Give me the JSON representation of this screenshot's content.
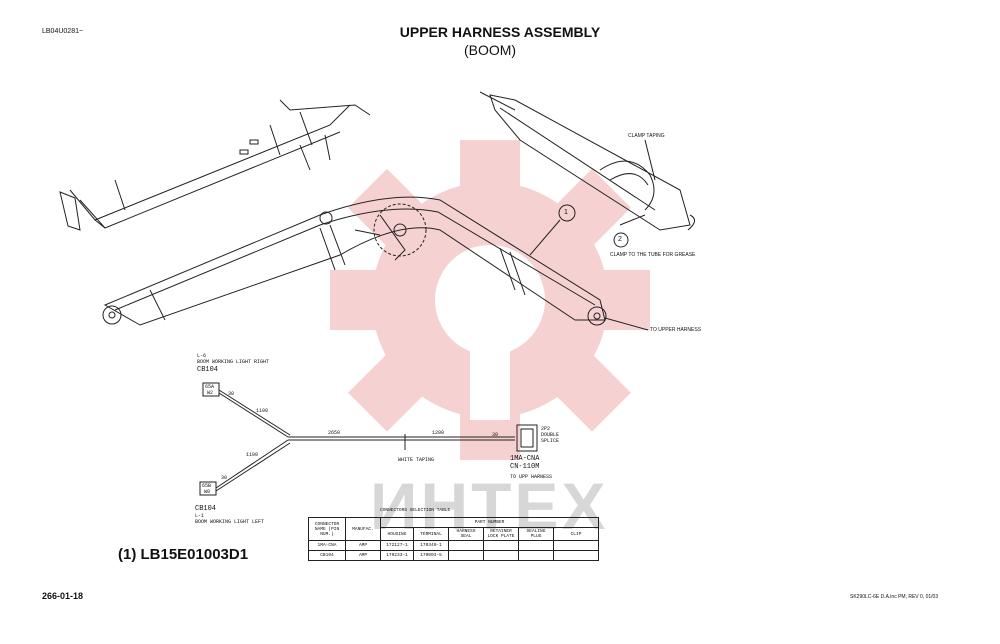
{
  "doc_id": "LB04U0281~",
  "title": "UPPER HARNESS ASSEMBLY",
  "subtitle": "(BOOM)",
  "part_label": "(1) LB15E01003D1",
  "page_number": "266-01-18",
  "footer_ref": "SK290LC-6E D.A.inc PM, REV 0, 01/03",
  "watermark": "ИНТЕХ",
  "callouts": {
    "one": "1",
    "two": "2",
    "clamp_taping": "CLAMP TAPING",
    "clamp_tube": "CLAMP TO THE TUBE FOR GREASE",
    "to_upper_harness": "TO UPPER HARNESS"
  },
  "harness": {
    "top_code": "L-6",
    "top_desc": "BOOM WORKING LIGHT RIGHT",
    "top_conn": "CB104",
    "top_tag": [
      "65A",
      "W2"
    ],
    "bottom_tag": [
      "65B",
      "W0"
    ],
    "bottom_conn": "CB104",
    "bottom_code": "L-1",
    "bottom_desc": "BOOM WORKING LIGHT LEFT",
    "dims": {
      "a": "30",
      "b": "1100",
      "c": "1100",
      "d": "30",
      "e": "2650",
      "f": "1200",
      "g": "30"
    },
    "white_taping": "WHITE TAPING",
    "splice_label": [
      "2P2",
      "DOUBLE",
      "SPLICE"
    ],
    "right_conn": "1MA-CNA",
    "right_code": "CN-110M",
    "right_to": "TO UPP HARNESS"
  },
  "table": {
    "caption": "CONNECTORS SELECTION TABLE",
    "col_connector": "CONNECTOR NAME (PIN NUM.)",
    "col_manufac": "MANUFAC.",
    "col_part_number": "PART NUMBER",
    "sub_cols": [
      "HOUSING",
      "TERMINAL",
      "HARNESS SEAL",
      "RETAINER LOCK PLATE",
      "SEALING PLUG",
      "CLIP"
    ],
    "rows": [
      {
        "name": "1MA-CNA",
        "manufac": "AMP",
        "housing": "172127-1",
        "terminal": "170340-1",
        "seal": "",
        "retainer": "",
        "plug": "",
        "clip": ""
      },
      {
        "name": "CB104",
        "manufac": "AMP",
        "housing": "170233-1",
        "terminal": "170003-5",
        "seal": "",
        "retainer": "",
        "plug": "",
        "clip": ""
      }
    ]
  },
  "colors": {
    "watermark_red": "#f4c6c6",
    "line": "#222222"
  }
}
